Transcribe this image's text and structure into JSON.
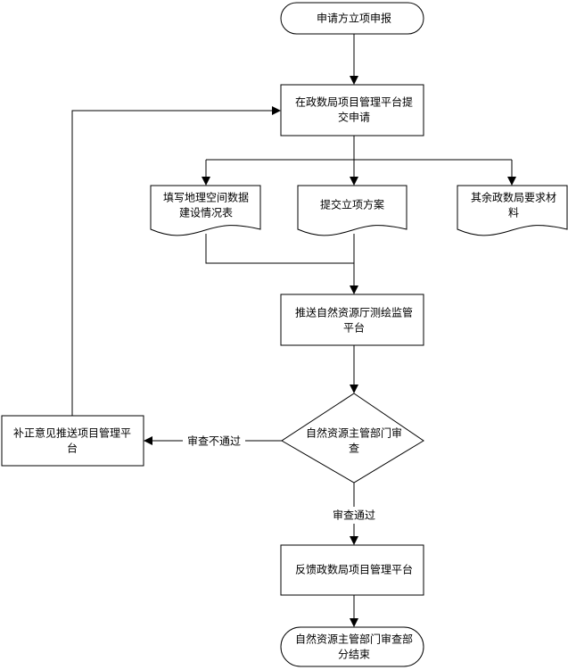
{
  "nodes": {
    "start": {
      "lines": [
        "申请方立项申报"
      ]
    },
    "submit": {
      "lines": [
        "在政数局项目管理平台提",
        "交申请"
      ]
    },
    "doc_geo": {
      "lines": [
        "填写地理空间数据",
        "建设情况表"
      ]
    },
    "doc_plan": {
      "lines": [
        "提交立项方案"
      ]
    },
    "doc_other": {
      "lines": [
        "其余政数局要求材",
        "料"
      ]
    },
    "push": {
      "lines": [
        "推送自然资源厅测绘监管",
        "平台"
      ]
    },
    "review": {
      "lines": [
        "自然资源主管部门审",
        "查"
      ]
    },
    "correct": {
      "lines": [
        "补正意见推送项目管理平",
        "台"
      ]
    },
    "feedback": {
      "lines": [
        "反馈政数局项目管理平台"
      ]
    },
    "end": {
      "lines": [
        "自然资源主管部门审查部",
        "分结束"
      ]
    }
  },
  "edges": {
    "fail_label": "审查不通过",
    "pass_label": "审查通过"
  }
}
